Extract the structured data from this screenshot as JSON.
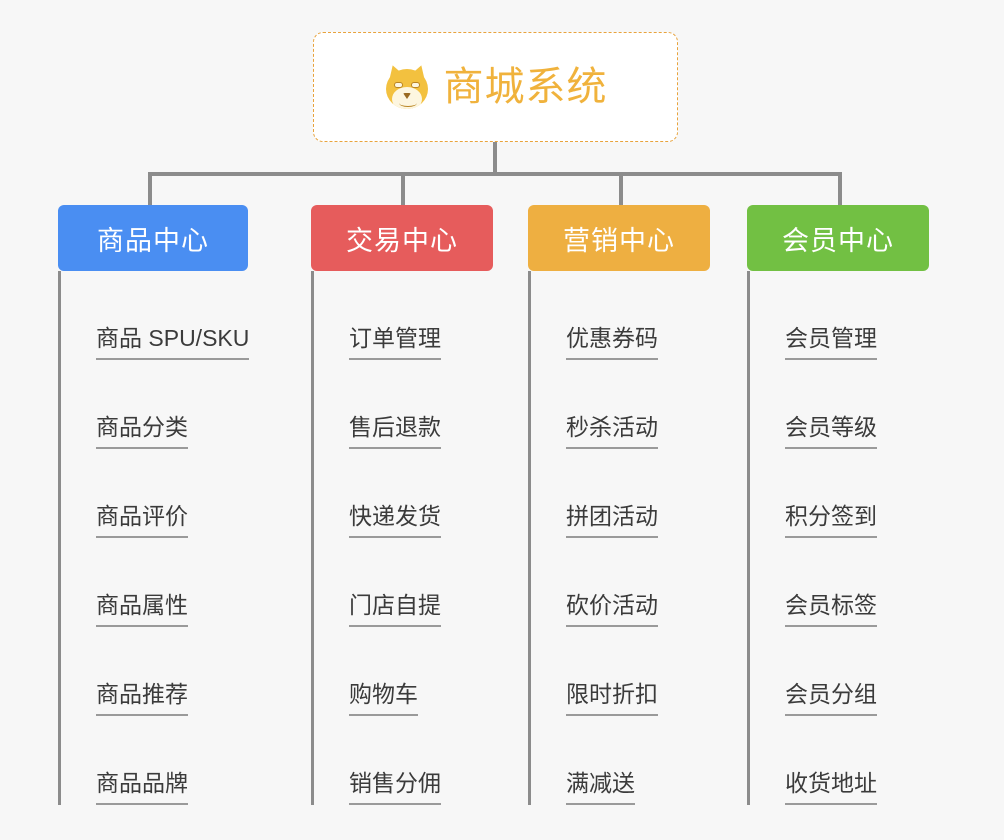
{
  "root": {
    "icon": "shiba-dog-face-icon",
    "title": "商城系统"
  },
  "colors": {
    "background": "#f7f7f7",
    "root_text": "#f0b23c",
    "root_border": "#e8a33d",
    "connector": "#8c8c8c",
    "leaf_text": "#3b3b3b",
    "leaf_underline": "#9a9a9a",
    "branch_blue": "#4a8ef2",
    "branch_red": "#e65c5c",
    "branch_orange": "#eeaf41",
    "branch_green": "#72c043"
  },
  "chart_data": {
    "type": "diagram",
    "title": "商城系统",
    "layout": "org-chart / mind-map",
    "branch_count": 4,
    "leaves_per_branch": 6
  },
  "branches": [
    {
      "label": "商品中心",
      "color": "#4a8ef2",
      "items": [
        "商品 SPU/SKU",
        "商品分类",
        "商品评价",
        "商品属性",
        "商品推荐",
        "商品品牌"
      ]
    },
    {
      "label": "交易中心",
      "color": "#e65c5c",
      "items": [
        "订单管理",
        "售后退款",
        "快递发货",
        "门店自提",
        "购物车",
        "销售分佣"
      ]
    },
    {
      "label": "营销中心",
      "color": "#eeaf41",
      "items": [
        "优惠券码",
        "秒杀活动",
        "拼团活动",
        "砍价活动",
        "限时折扣",
        "满减送"
      ]
    },
    {
      "label": "会员中心",
      "color": "#72c043",
      "items": [
        "会员管理",
        "会员等级",
        "积分签到",
        "会员标签",
        "会员分组",
        "收货地址"
      ]
    }
  ]
}
